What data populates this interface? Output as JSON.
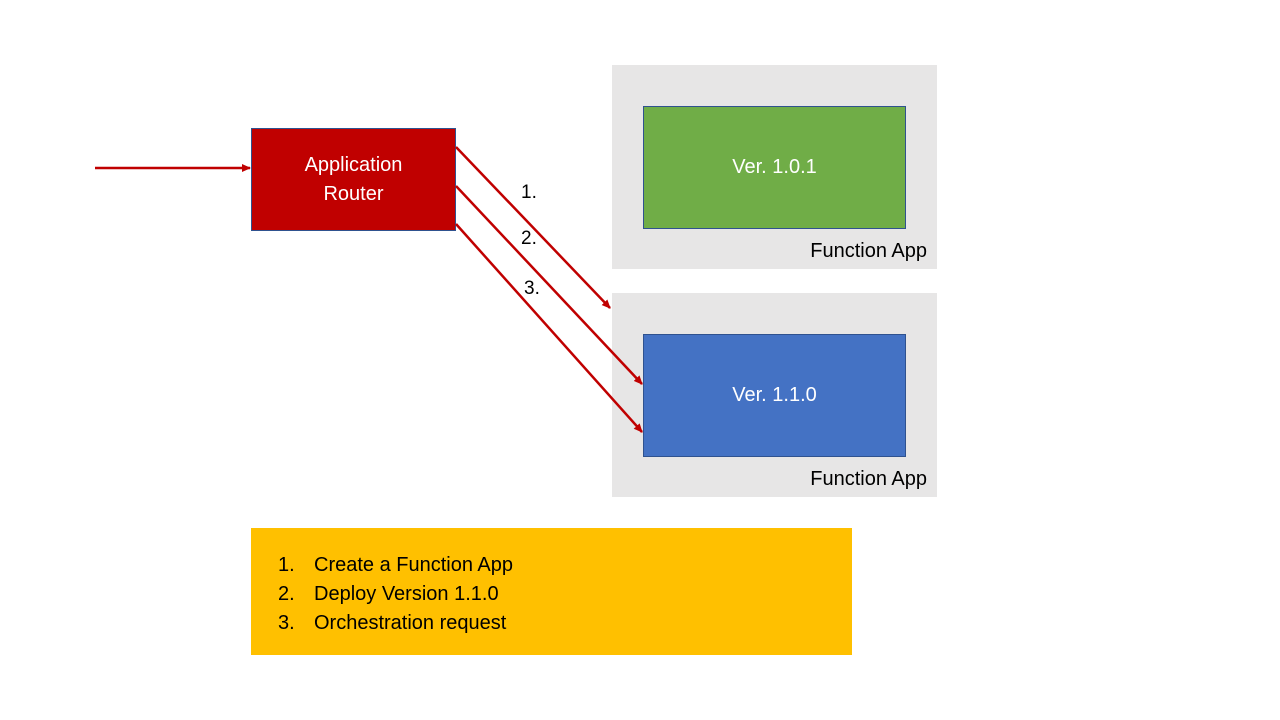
{
  "router": {
    "label_line1": "Application",
    "label_line2": "Router"
  },
  "function_apps": [
    {
      "label": "Function App",
      "version": "Ver. 1.0.1",
      "color": "#70ad47"
    },
    {
      "label": "Function App",
      "version": "Ver. 1.1.0",
      "color": "#4472c4"
    }
  ],
  "steps": [
    "1.",
    "2.",
    "3."
  ],
  "legend": {
    "items": [
      {
        "num": "1.",
        "text": "Create a Function App"
      },
      {
        "num": "2.",
        "text": "Deploy Version 1.1.0"
      },
      {
        "num": "3.",
        "text": "Orchestration request"
      }
    ],
    "color": "#ffc000"
  },
  "colors": {
    "arrow": "#c00000",
    "router": "#c00000",
    "container": "#e7e6e6"
  }
}
